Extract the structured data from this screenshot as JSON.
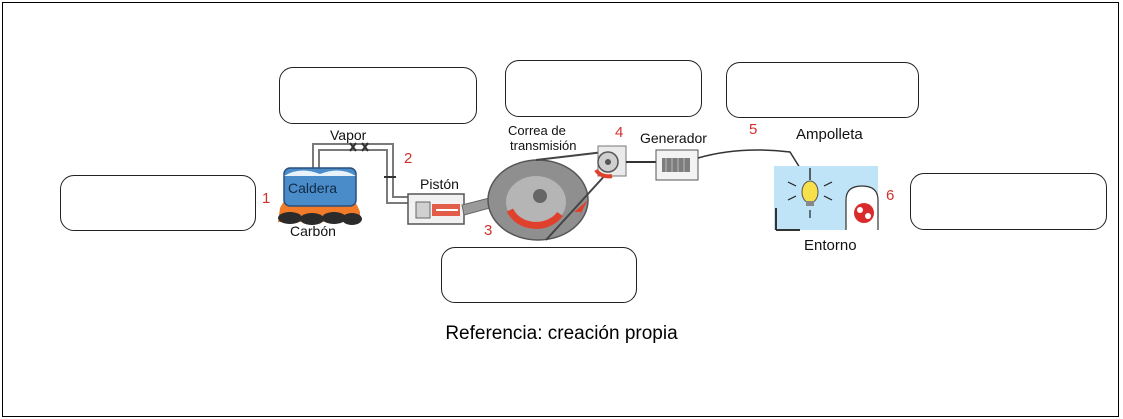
{
  "labels": {
    "vapor": "Vapor",
    "caldera": "Caldera",
    "carbon": "Carbón",
    "piston": "Pistón",
    "correa_line1": "Correa de",
    "correa_line2": "transmisión",
    "generador": "Generador",
    "ampolleta": "Ampolleta",
    "entorno": "Entorno"
  },
  "numbers": [
    "1",
    "2",
    "3",
    "4",
    "5",
    "6"
  ],
  "caption": "Referencia: creación propia",
  "colors": {
    "number_red": "#d0312d",
    "boiler_blue": "#4a8cc9",
    "fire_orange": "#f27b2a",
    "wheel_red": "#e0412c",
    "room_blue": "#bfe3f7"
  }
}
